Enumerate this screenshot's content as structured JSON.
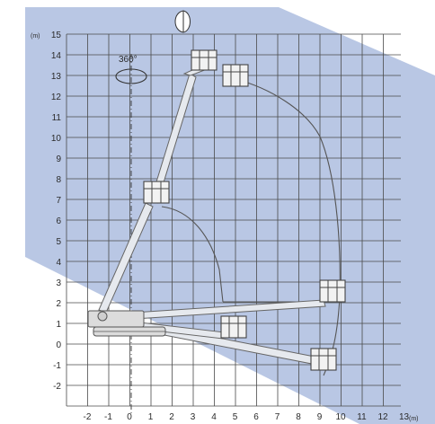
{
  "diagram": {
    "y_unit_label": "(m)",
    "x_unit_label": "(m)",
    "rotation_label": "360°",
    "y_ticks": [
      "15",
      "14",
      "13",
      "12",
      "11",
      "10",
      "9",
      "8",
      "7",
      "6",
      "5",
      "4",
      "3",
      "2",
      "1",
      "0",
      "-1",
      "-2"
    ],
    "x_ticks": [
      "-2",
      "-1",
      "0",
      "1",
      "2",
      "3",
      "4",
      "5",
      "6",
      "7",
      "8",
      "9",
      "10",
      "11",
      "12",
      "13"
    ],
    "colors": {
      "shade": "#b9c7e4",
      "grid": "#4a4a4a",
      "envelope": "#555555",
      "background": "#ffffff"
    },
    "icons": [
      "rotation-ellipse-icon",
      "slew-arc-icon",
      "platform-basket-icon",
      "chassis-icon"
    ]
  }
}
